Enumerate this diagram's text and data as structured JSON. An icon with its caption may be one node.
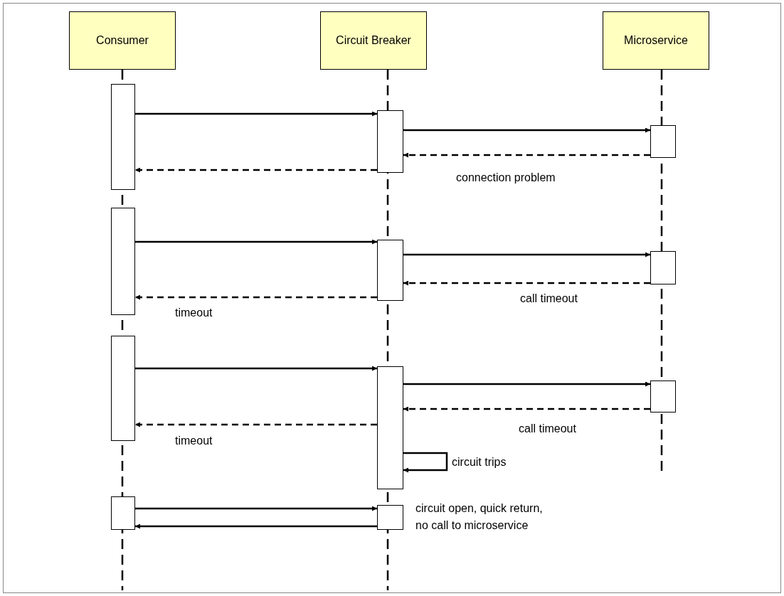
{
  "diagram": {
    "nodes": [
      {
        "text": [
          "Consumer"
        ]
      },
      {
        "text": [
          "Circuit Breaker"
        ]
      },
      {
        "text": [
          "Microservice"
        ]
      },
      {
        "text": [],
        "shape": "bar"
      },
      {
        "text": [],
        "shape": "bar"
      },
      {
        "text": [],
        "shape": "bar"
      },
      {
        "text": [],
        "shape": "bar"
      },
      {
        "text": [],
        "shape": "bar"
      },
      {
        "text": [],
        "shape": "bar"
      },
      {
        "text": [],
        "shape": "bar"
      },
      {
        "text": [],
        "shape": "bar",
        "beside": [
          "circuit open, quick return, no call to microservice"
        ]
      },
      {
        "text": [],
        "shape": "bar"
      },
      {
        "text": [],
        "shape": "bar"
      },
      {
        "text": [],
        "shape": "bar"
      }
    ],
    "edges": [
      {
        "from": 3,
        "to": 7,
        "arrow": "to"
      },
      {
        "from": 7,
        "to": 11,
        "arrow": "to"
      },
      {
        "from": 11,
        "to": 7,
        "arrow": "to",
        "style": "dashed",
        "label": "connection problem"
      },
      {
        "from": 7,
        "to": 3,
        "arrow": "to",
        "style": "dashed"
      },
      {
        "from": 4,
        "to": 8,
        "arrow": "to"
      },
      {
        "from": 8,
        "to": 12,
        "arrow": "to"
      },
      {
        "from": 12,
        "to": 8,
        "arrow": "to",
        "style": "dashed",
        "label": "call timeout"
      },
      {
        "from": 8,
        "to": 4,
        "arrow": "to",
        "style": "dashed",
        "label": "timeout"
      },
      {
        "from": 5,
        "to": 9,
        "arrow": "to"
      },
      {
        "from": 9,
        "to": 13,
        "arrow": "to"
      },
      {
        "from": 13,
        "to": 9,
        "arrow": "to",
        "style": "dashed",
        "label": "call timeout"
      },
      {
        "from": 9,
        "to": 5,
        "arrow": "to",
        "style": "dashed",
        "label": "timeout"
      },
      {
        "from": 9,
        "to": 9,
        "arrow": "to",
        "label": "circuit trips"
      },
      {
        "from": 6,
        "to": 10,
        "arrow": "to"
      },
      {
        "from": 10,
        "to": 6,
        "arrow": "to"
      }
    ]
  }
}
